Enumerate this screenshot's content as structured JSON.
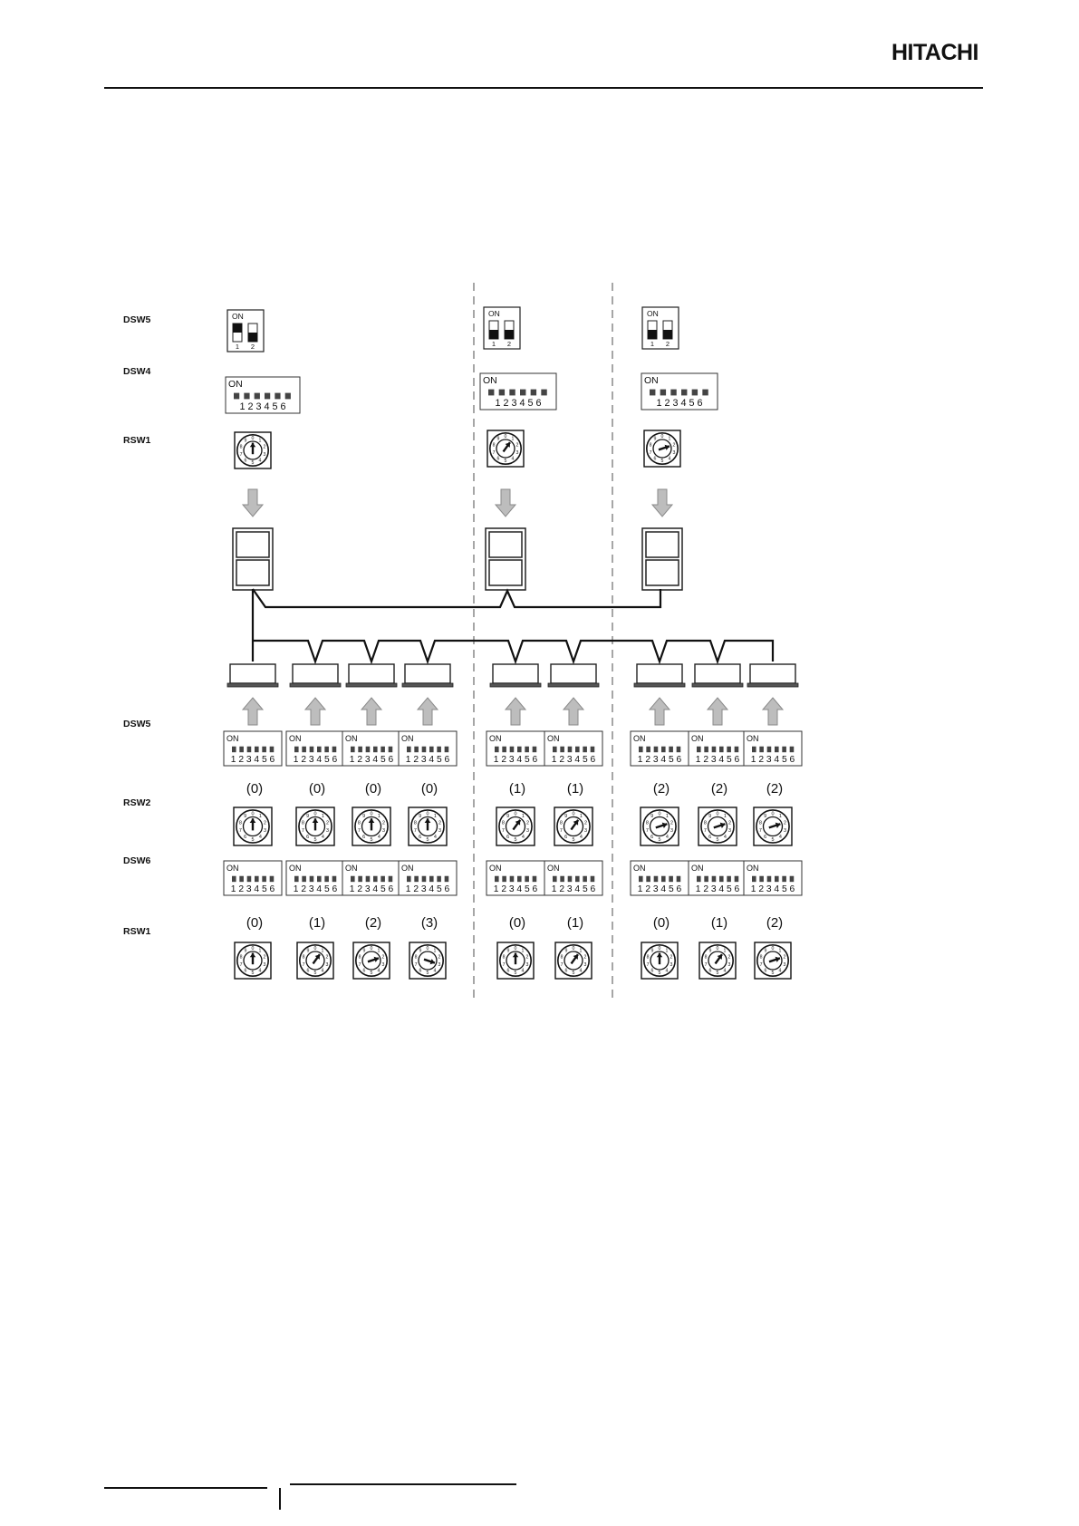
{
  "header": {
    "brand": "HITACHI"
  },
  "row_labels": {
    "outdoor_dsw5": "DSW5",
    "outdoor_dsw4": "DSW4",
    "outdoor_rsw1": "RSW1",
    "indoor_dsw5": "DSW5",
    "indoor_rsw2": "RSW2",
    "indoor_dsw6": "DSW6",
    "indoor_rsw1": "RSW1"
  },
  "switch_text": {
    "on": "ON",
    "dsw5_positions": [
      "1",
      "2"
    ],
    "dip6_positions": "1 2 3 4 5 6"
  },
  "outdoor_units": [
    {
      "dsw5": [
        "on",
        "off"
      ],
      "rsw1_pointer": 0
    },
    {
      "dsw5": [
        "off",
        "off"
      ],
      "rsw1_pointer": 1
    },
    {
      "dsw5": [
        "off",
        "off"
      ],
      "rsw1_pointer": 2
    }
  ],
  "indoor_units": [
    {
      "group": 0,
      "rsw2": "(0)",
      "rsw1": "(0)",
      "rsw2_pointer": 0,
      "rsw1_pointer": 0
    },
    {
      "group": 0,
      "rsw2": "(0)",
      "rsw1": "(1)",
      "rsw2_pointer": 0,
      "rsw1_pointer": 1
    },
    {
      "group": 0,
      "rsw2": "(0)",
      "rsw1": "(2)",
      "rsw2_pointer": 0,
      "rsw1_pointer": 2
    },
    {
      "group": 0,
      "rsw2": "(0)",
      "rsw1": "(3)",
      "rsw2_pointer": 0,
      "rsw1_pointer": 3
    },
    {
      "group": 1,
      "rsw2": "(1)",
      "rsw1": "(0)",
      "rsw2_pointer": 1,
      "rsw1_pointer": 0
    },
    {
      "group": 1,
      "rsw2": "(1)",
      "rsw1": "(1)",
      "rsw2_pointer": 1,
      "rsw1_pointer": 1
    },
    {
      "group": 2,
      "rsw2": "(2)",
      "rsw1": "(0)",
      "rsw2_pointer": 2,
      "rsw1_pointer": 0
    },
    {
      "group": 2,
      "rsw2": "(2)",
      "rsw1": "(1)",
      "rsw2_pointer": 2,
      "rsw1_pointer": 1
    },
    {
      "group": 2,
      "rsw2": "(2)",
      "rsw1": "(2)",
      "rsw2_pointer": 2,
      "rsw1_pointer": 2
    }
  ],
  "rotary_digits": [
    "0",
    "1",
    "2",
    "3",
    "4",
    "5",
    "6",
    "7",
    "8",
    "9"
  ]
}
